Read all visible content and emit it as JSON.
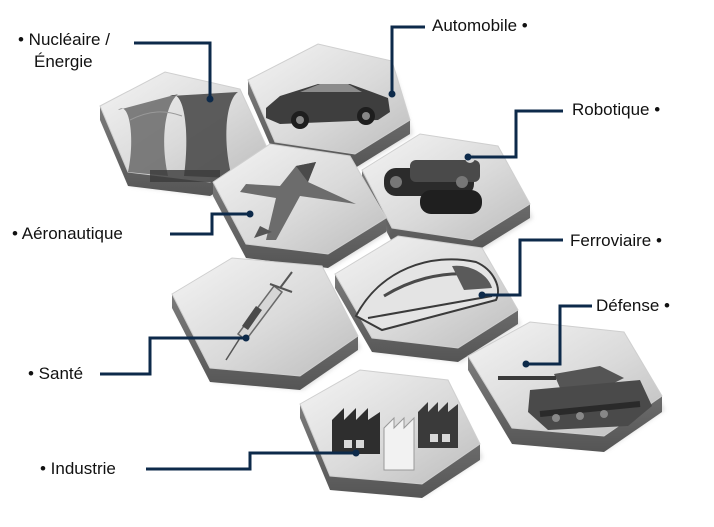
{
  "colors": {
    "connector": "#0d2a4a",
    "hex_side": "#6f6f6f",
    "hex_face_light": "#ececec",
    "hex_face_dark": "#bdbdbd",
    "label_text": "#111111"
  },
  "sectors": [
    {
      "id": "nucleaire",
      "label_line1": "• Nucléaire /",
      "label_line2": "Énergie",
      "icon": "cooling-tower-icon"
    },
    {
      "id": "automobile",
      "label_line1": "Automobile •",
      "icon": "sports-car-icon"
    },
    {
      "id": "robotique",
      "label_line1": "Robotique •",
      "icon": "tracked-robot-icon"
    },
    {
      "id": "aeronautique",
      "label_line1": "• Aéronautique",
      "icon": "fighter-jet-icon"
    },
    {
      "id": "ferroviaire",
      "label_line1": "Ferroviaire •",
      "icon": "high-speed-train-icon"
    },
    {
      "id": "sante",
      "label_line1": "• Santé",
      "icon": "syringe-icon"
    },
    {
      "id": "defense",
      "label_line1": "Défense •",
      "icon": "tank-icon"
    },
    {
      "id": "industrie",
      "label_line1": "• Industrie",
      "icon": "factory-icon"
    }
  ]
}
